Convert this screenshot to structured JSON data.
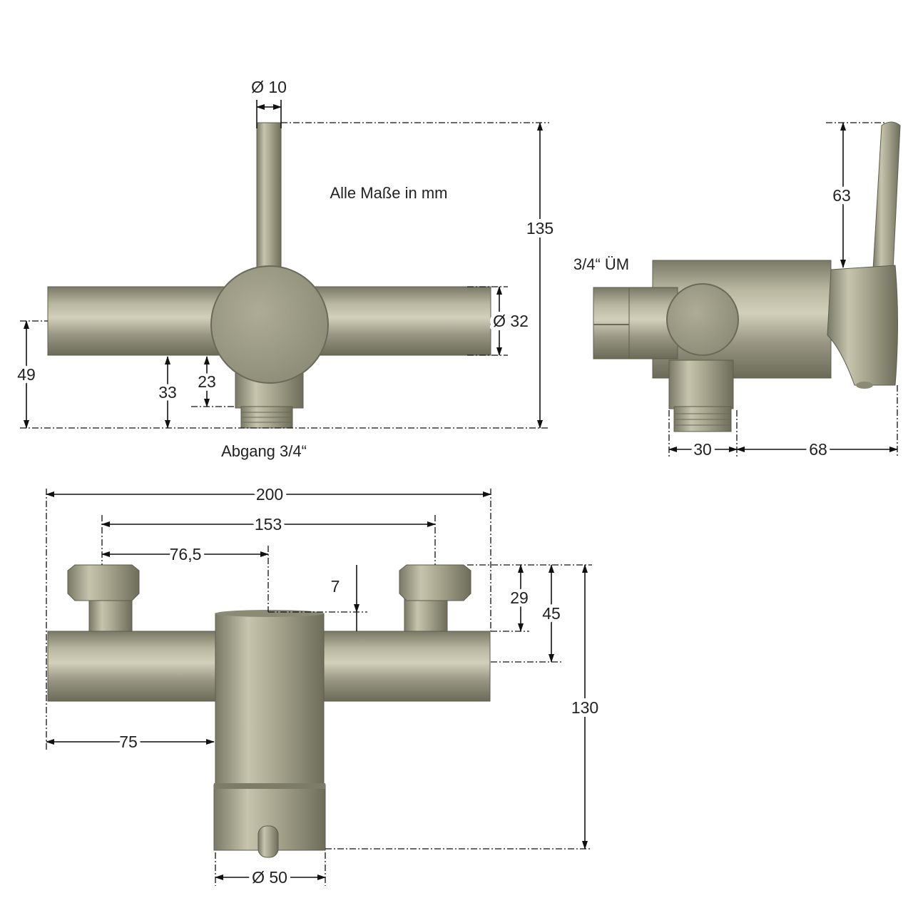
{
  "note": "Alle Maße in mm",
  "front_view": {
    "lever_diameter": "Ø 10",
    "total_height": "135",
    "pipe_diameter": "Ø 32",
    "axis_height": "49",
    "pipe_bottom_height": "33",
    "outlet_height": "23",
    "outlet_label": "Abgang 3/4“"
  },
  "side_view": {
    "lever_height": "63",
    "connection_label": "3/4“ ÜM",
    "outlet_width": "30",
    "depth": "68"
  },
  "bottom_view": {
    "total_width": "200",
    "connection_spacing": "153",
    "half_spacing": "76,5",
    "offset_small": "7",
    "nut_height": "29",
    "riser_height": "45",
    "total_height": "130",
    "pipe_length": "75",
    "body_diameter": "Ø 50"
  },
  "colors": {
    "metal_dark": "#6b6a58",
    "metal_mid": "#a3a18b",
    "metal_light": "#cfcdb7"
  }
}
